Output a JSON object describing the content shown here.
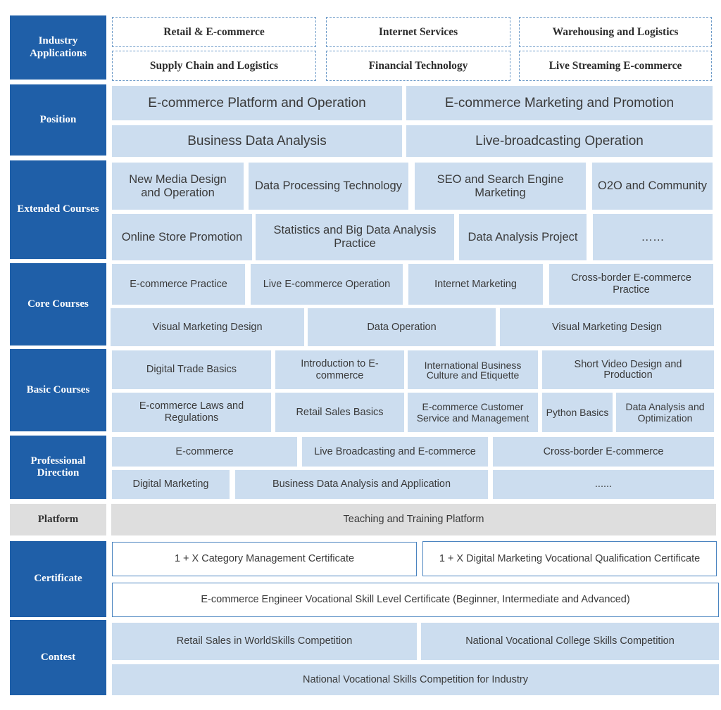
{
  "rows": {
    "industry": {
      "label": "Industry Applications",
      "items": [
        "Retail & E-commerce",
        "Internet  Services",
        "Warehousing and Logistics",
        "Supply Chain and Logistics",
        "Financial Technology",
        "Live Streaming E-commerce"
      ]
    },
    "position": {
      "label": "Position",
      "items": [
        "E-commerce Platform and Operation",
        "E-commerce Marketing and Promotion",
        "Business Data Analysis",
        "Live-broadcasting Operation"
      ]
    },
    "extended": {
      "label": "Extended  Courses",
      "items": [
        "New Media Design and Operation",
        "Data Processing Technology",
        "SEO and Search Engine Marketing",
        "O2O and Community",
        "Online Store Promotion",
        "Statistics and Big Data Analysis Practice",
        "Data Analysis Project",
        "……"
      ]
    },
    "core": {
      "label": "Core  Courses",
      "items": [
        "E-commerce Practice",
        "Live E-commerce Operation",
        "Internet Marketing",
        "Cross-border E-commerce Practice",
        "Visual Marketing Design",
        "Data Operation",
        "Visual Marketing Design"
      ]
    },
    "basic": {
      "label": "Basic  Courses",
      "items": [
        "Digital Trade Basics",
        "Introduction to E-commerce",
        "International Business Culture and Etiquette",
        "Short Video Design and Production",
        "E-commerce Laws and Regulations",
        "Retail Sales Basics",
        "E-commerce Customer Service and Management",
        "Python Basics",
        "Data Analysis and Optimization"
      ]
    },
    "professional": {
      "label": "Professional Direction",
      "items": [
        "E-commerce",
        "Live Broadcasting and E-commerce",
        "Cross-border E-commerce",
        "Digital Marketing",
        "Business Data Analysis and Application",
        "......"
      ]
    },
    "platform": {
      "label": "Platform",
      "items": [
        "Teaching and Training Platform"
      ]
    },
    "certificate": {
      "label": "Certificate",
      "items": [
        "1 + X Category Management Certificate",
        "1 + X Digital Marketing Vocational Qualification Certificate",
        "E-commerce Engineer Vocational Skill Level Certificate (Beginner, Intermediate and Advanced)"
      ]
    },
    "contest": {
      "label": "Contest",
      "items": [
        "Retail Sales in WorldSkills Competition",
        "National Vocational College Skills Competition",
        "National Vocational Skills Competition for Industry"
      ]
    }
  },
  "colors": {
    "label_bg": "#1f5fa8",
    "box_bg": "#ccddef",
    "platform_bg": "#dedede",
    "border": "#4a84c0"
  }
}
